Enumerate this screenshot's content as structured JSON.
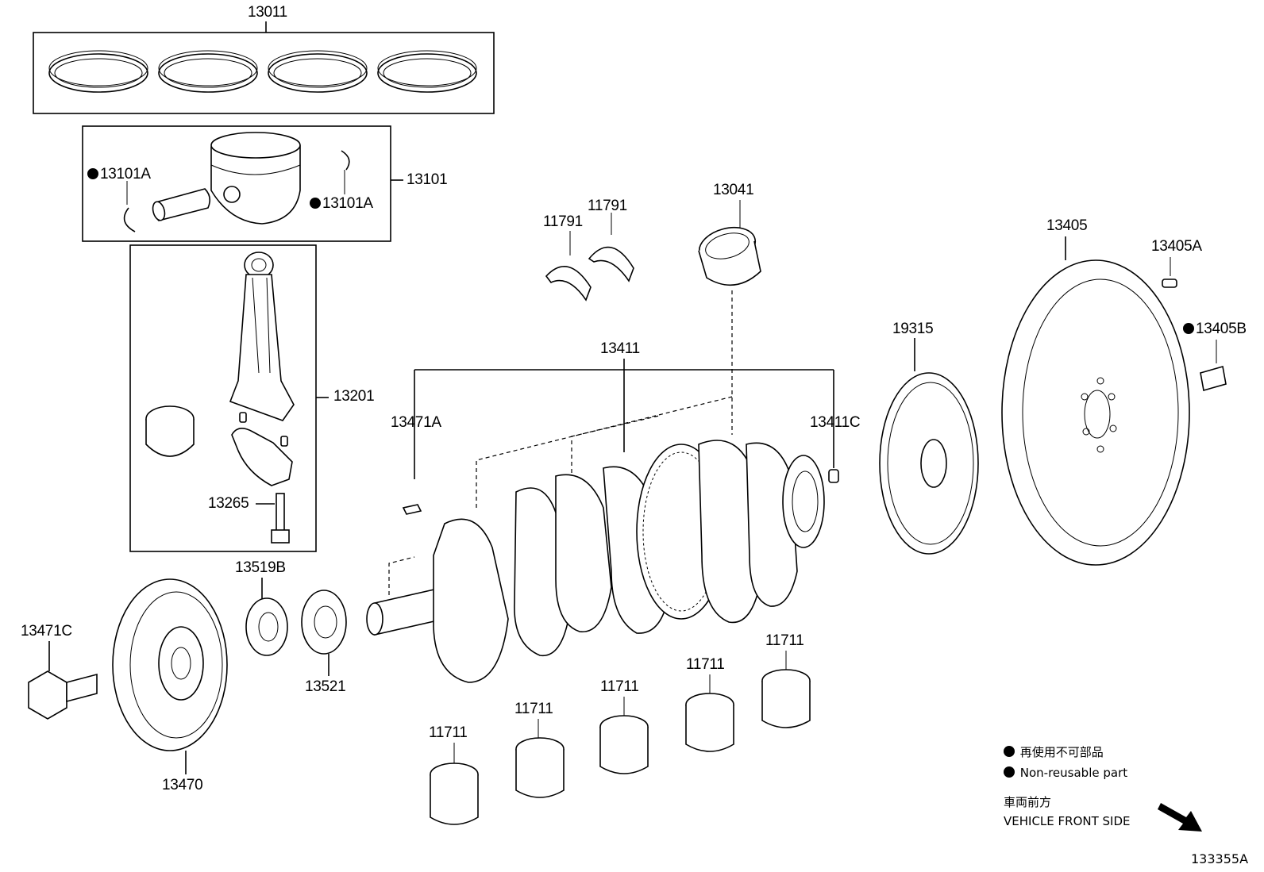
{
  "labels": {
    "p13011": "13011",
    "p13101": "13101",
    "p13101a_left": "13101A",
    "p13101a_right": "13101A",
    "p13201": "13201",
    "p13265": "13265",
    "p11791_left": "11791",
    "p11791_right": "11791",
    "p13041": "13041",
    "p13411": "13411",
    "p13471a": "13471A",
    "p13411c": "13411C",
    "p19315": "19315",
    "p13405": "13405",
    "p13405a": "13405A",
    "p13405b": "13405B",
    "p13519b": "13519B",
    "p13521": "13521",
    "p13471c": "13471C",
    "p13470": "13470",
    "p11711_1": "11711",
    "p11711_2": "11711",
    "p11711_3": "11711",
    "p11711_4": "11711",
    "p11711_5": "11711"
  },
  "legend": {
    "non_reusable_jp": "再使用不可部品",
    "non_reusable_en": "Non-reusable part",
    "front_jp": "車両前方",
    "front_en": "VEHICLE FRONT SIDE"
  },
  "figure_id": "133355A"
}
